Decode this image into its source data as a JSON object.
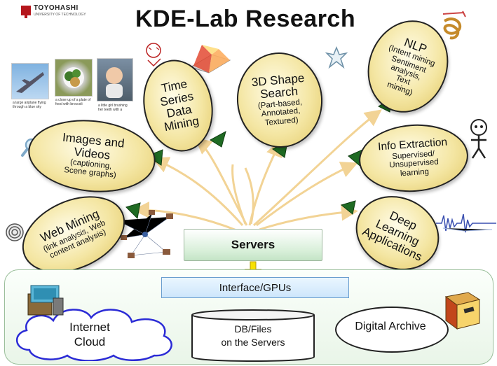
{
  "logo": {
    "name": "TOYOHASHI",
    "subtitle": "UNIVERSITY OF TECHNOLOGY"
  },
  "title": "KDE-Lab Research",
  "topics": {
    "time_series": {
      "lines": [
        "Time",
        "Series",
        "Data",
        "Mining"
      ]
    },
    "shape_search": {
      "lines": [
        "3D Shape",
        "Search"
      ],
      "sub": [
        "(Part-based,",
        "Annotated,",
        "Textured)"
      ]
    },
    "nlp": {
      "heading": "NLP",
      "lines": [
        "(Intent mining",
        "Sentiment",
        "analysis,",
        "Text",
        "mining)"
      ]
    },
    "images": {
      "heading": [
        "Images and",
        "Videos"
      ],
      "sub": [
        "(captioning,",
        "Scene graphs)"
      ]
    },
    "info_extraction": {
      "heading": "Info Extraction",
      "sub": [
        "Supervised/",
        "Unsupervised",
        "learning"
      ]
    },
    "web_mining": {
      "heading": "Web Mining",
      "sub": [
        "(link analysis, Web",
        "content analysis)"
      ]
    },
    "deep_learning": {
      "lines": [
        "Deep",
        "Learning",
        "Applications"
      ]
    }
  },
  "servers_label": "Servers",
  "interface_label": "Interface/GPUs",
  "internet_cloud": [
    "Internet",
    "Cloud"
  ],
  "db_files": [
    "DB/Files",
    "on the Servers"
  ],
  "digital_archive": "Digital Archive",
  "image_captions": [
    "a large airplane flying through a blue sky",
    "a close up of a plate of food with broccoli",
    "a little girl brushing her teeth with a"
  ],
  "colors": {
    "ellipse_fill": "#f4e6a3",
    "arrow": "#f1cf8a",
    "servers_box": "#d8efd9",
    "interface_box": "#cde6fb",
    "cone": "#1f6b23"
  }
}
